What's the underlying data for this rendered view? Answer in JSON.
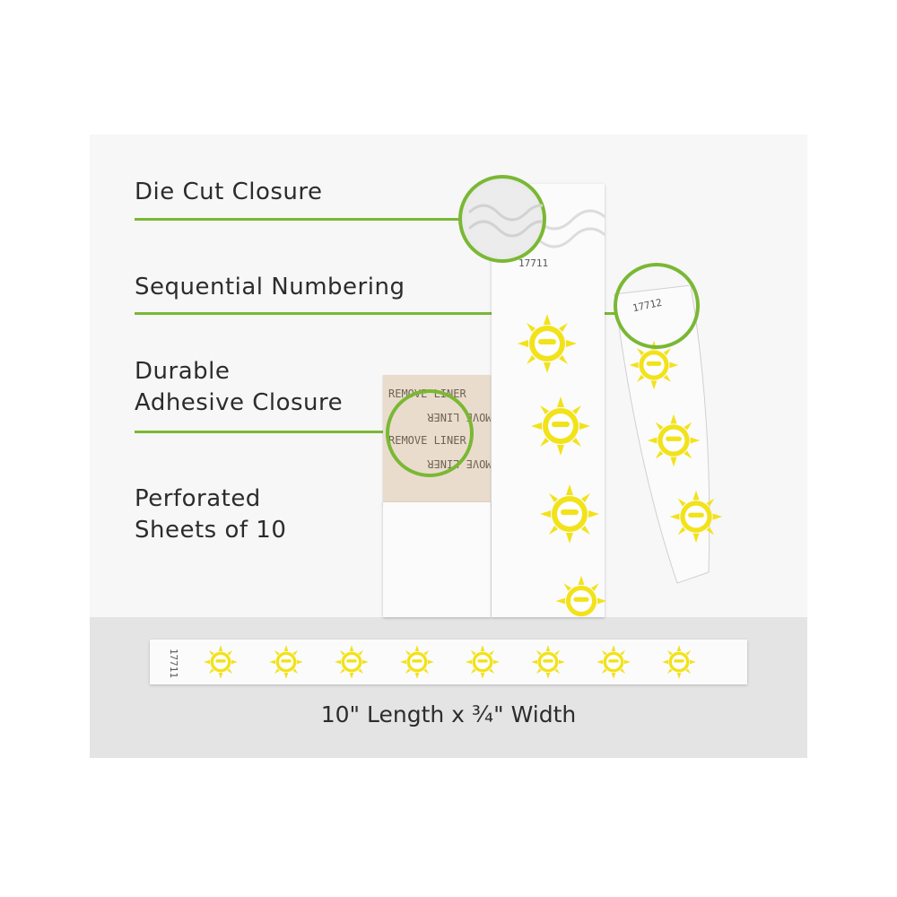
{
  "features": [
    {
      "label": "Die Cut Closure"
    },
    {
      "label": "Sequential Numbering"
    },
    {
      "label_line1": "Durable",
      "label_line2": "Adhesive Closure"
    },
    {
      "label_line1": "Perforated",
      "label_line2": "Sheets of 10"
    }
  ],
  "wristbands": {
    "number_a": "17711",
    "number_b": "17712",
    "liner_text": "REMOVE LINER"
  },
  "dimensions_caption": "10\" Length x ¾\" Width",
  "colors": {
    "accent_green": "#7ab833",
    "sun_yellow": "#f2e21a",
    "panel_gray": "#f7f7f7",
    "band_gray": "#e4e4e4"
  },
  "icons": [
    "sun-icon",
    "callout-circle"
  ]
}
